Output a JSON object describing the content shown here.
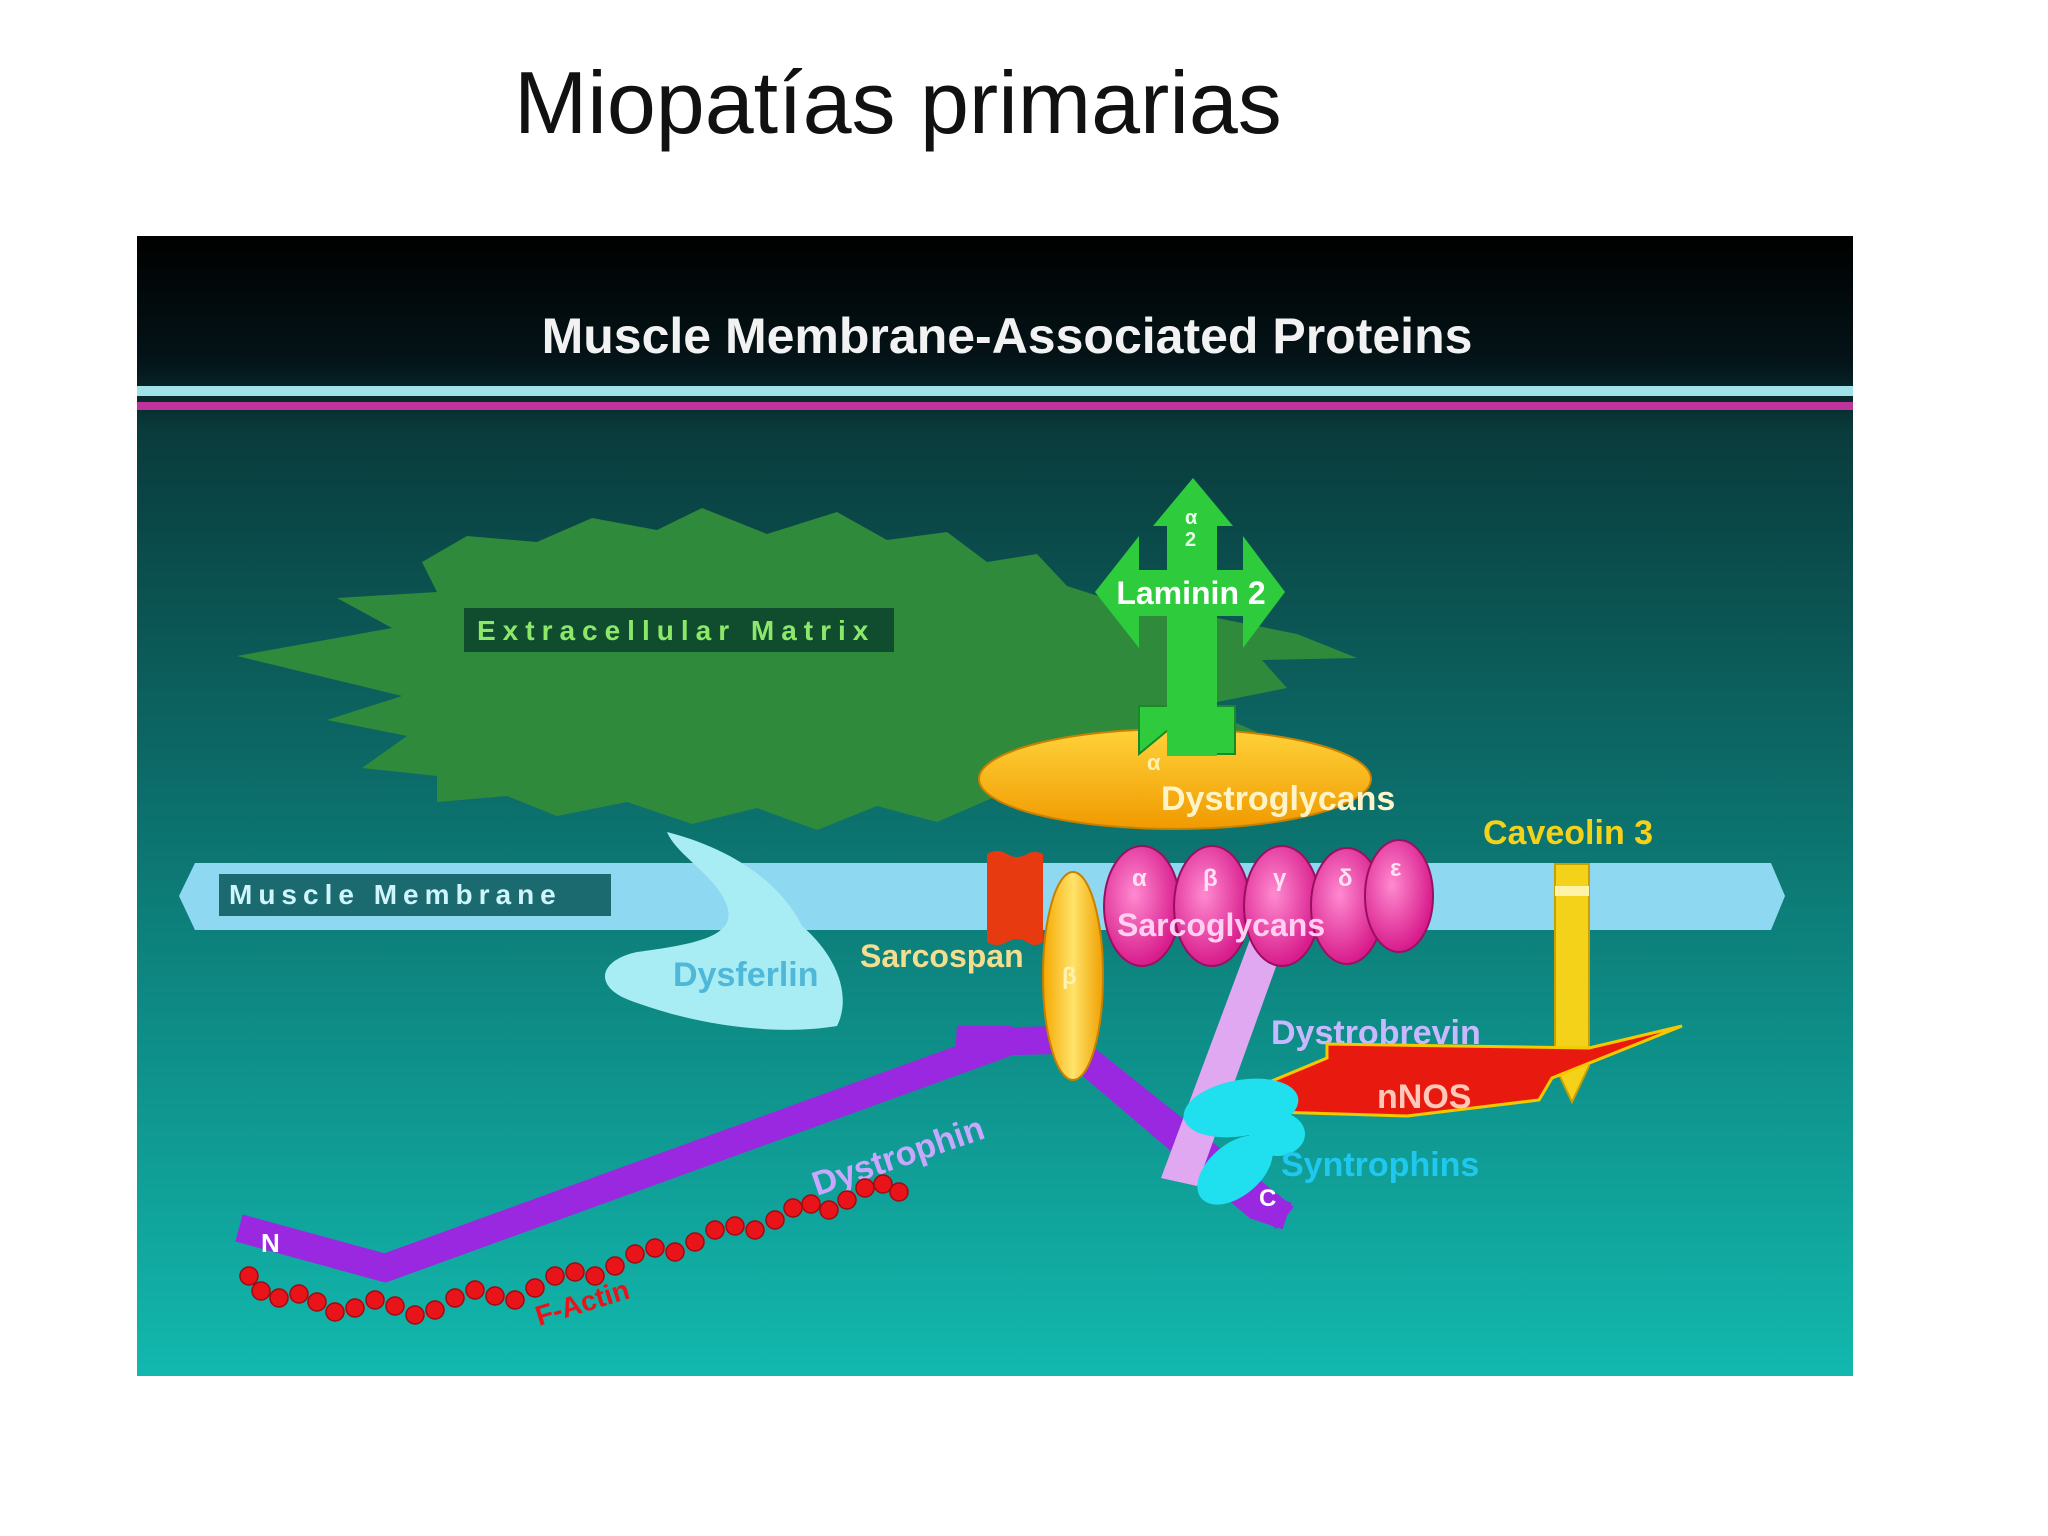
{
  "slide": {
    "title": "Miopatías primarias"
  },
  "figure": {
    "title": "Muscle Membrane-Associated Proteins",
    "labels": {
      "extracellular_matrix": "Extracellular Matrix",
      "muscle_membrane": "Muscle Membrane",
      "laminin": "Laminin 2",
      "laminin_alpha": "α",
      "laminin_two": "2",
      "dystroglycan_alpha": "α",
      "dystroglycans": "Dystroglycans",
      "dystroglycan_beta": "β",
      "caveolin": "Caveolin 3",
      "sarcospan": "Sarcospan",
      "dysferlin": "Dysferlin",
      "sarcoglycans": "Sarcoglycans",
      "sg_alpha": "α",
      "sg_beta": "β",
      "sg_gamma": "γ",
      "sg_delta": "δ",
      "sg_epsilon": "ε",
      "dystrobrevin": "Dystrobrevin",
      "nnos": "nNOS",
      "syntrophins": "Syntrophins",
      "dystrophin": "Dystrophin",
      "n_terminus": "N",
      "c_terminus": "C",
      "f_actin": "F-Actin"
    },
    "colors": {
      "background_top": "#0a2a2e",
      "background_bottom": "#10b5ab",
      "matrix": "#2f8a3c",
      "membrane": "#8fd8f2",
      "laminin": "#2ecc3c",
      "dystroglycan": "#f5b400",
      "sarcoglycan": "#e8289c",
      "sarcospan": "#e83a10",
      "dysferlin": "#a8ecf4",
      "caveolin": "#f5d21a",
      "dystrophin": "#9a28e0",
      "dystrobrevin": "#e0a8f0",
      "syntrophin": "#20e0f0",
      "nnos": "#e81a10",
      "f_actin": "#e8141a"
    }
  }
}
